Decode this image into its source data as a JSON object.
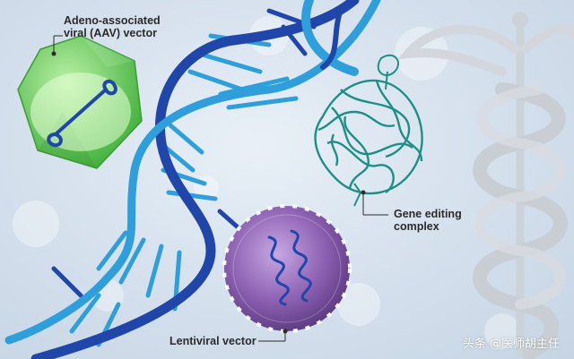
{
  "labels": {
    "aav": [
      "Adeno-associated",
      "viral (AAV) vector"
    ],
    "gene": [
      "Gene editing",
      "complex"
    ],
    "lenti": "Lentiviral vector"
  },
  "watermark": "头条 @医师胡主任",
  "colors": {
    "dna_dark": "#1f46a8",
    "dna_light": "#2f9fdc",
    "aav": "#5dc84e",
    "protein": "#1e8f86",
    "lentivirus": "#8b5fb1",
    "caduceus": "#c8ccd3"
  },
  "icons": [
    "aav-capsid-icon",
    "dna-double-helix-icon",
    "gene-editing-protein-icon",
    "lentivirus-particle-icon",
    "caduceus-icon"
  ]
}
